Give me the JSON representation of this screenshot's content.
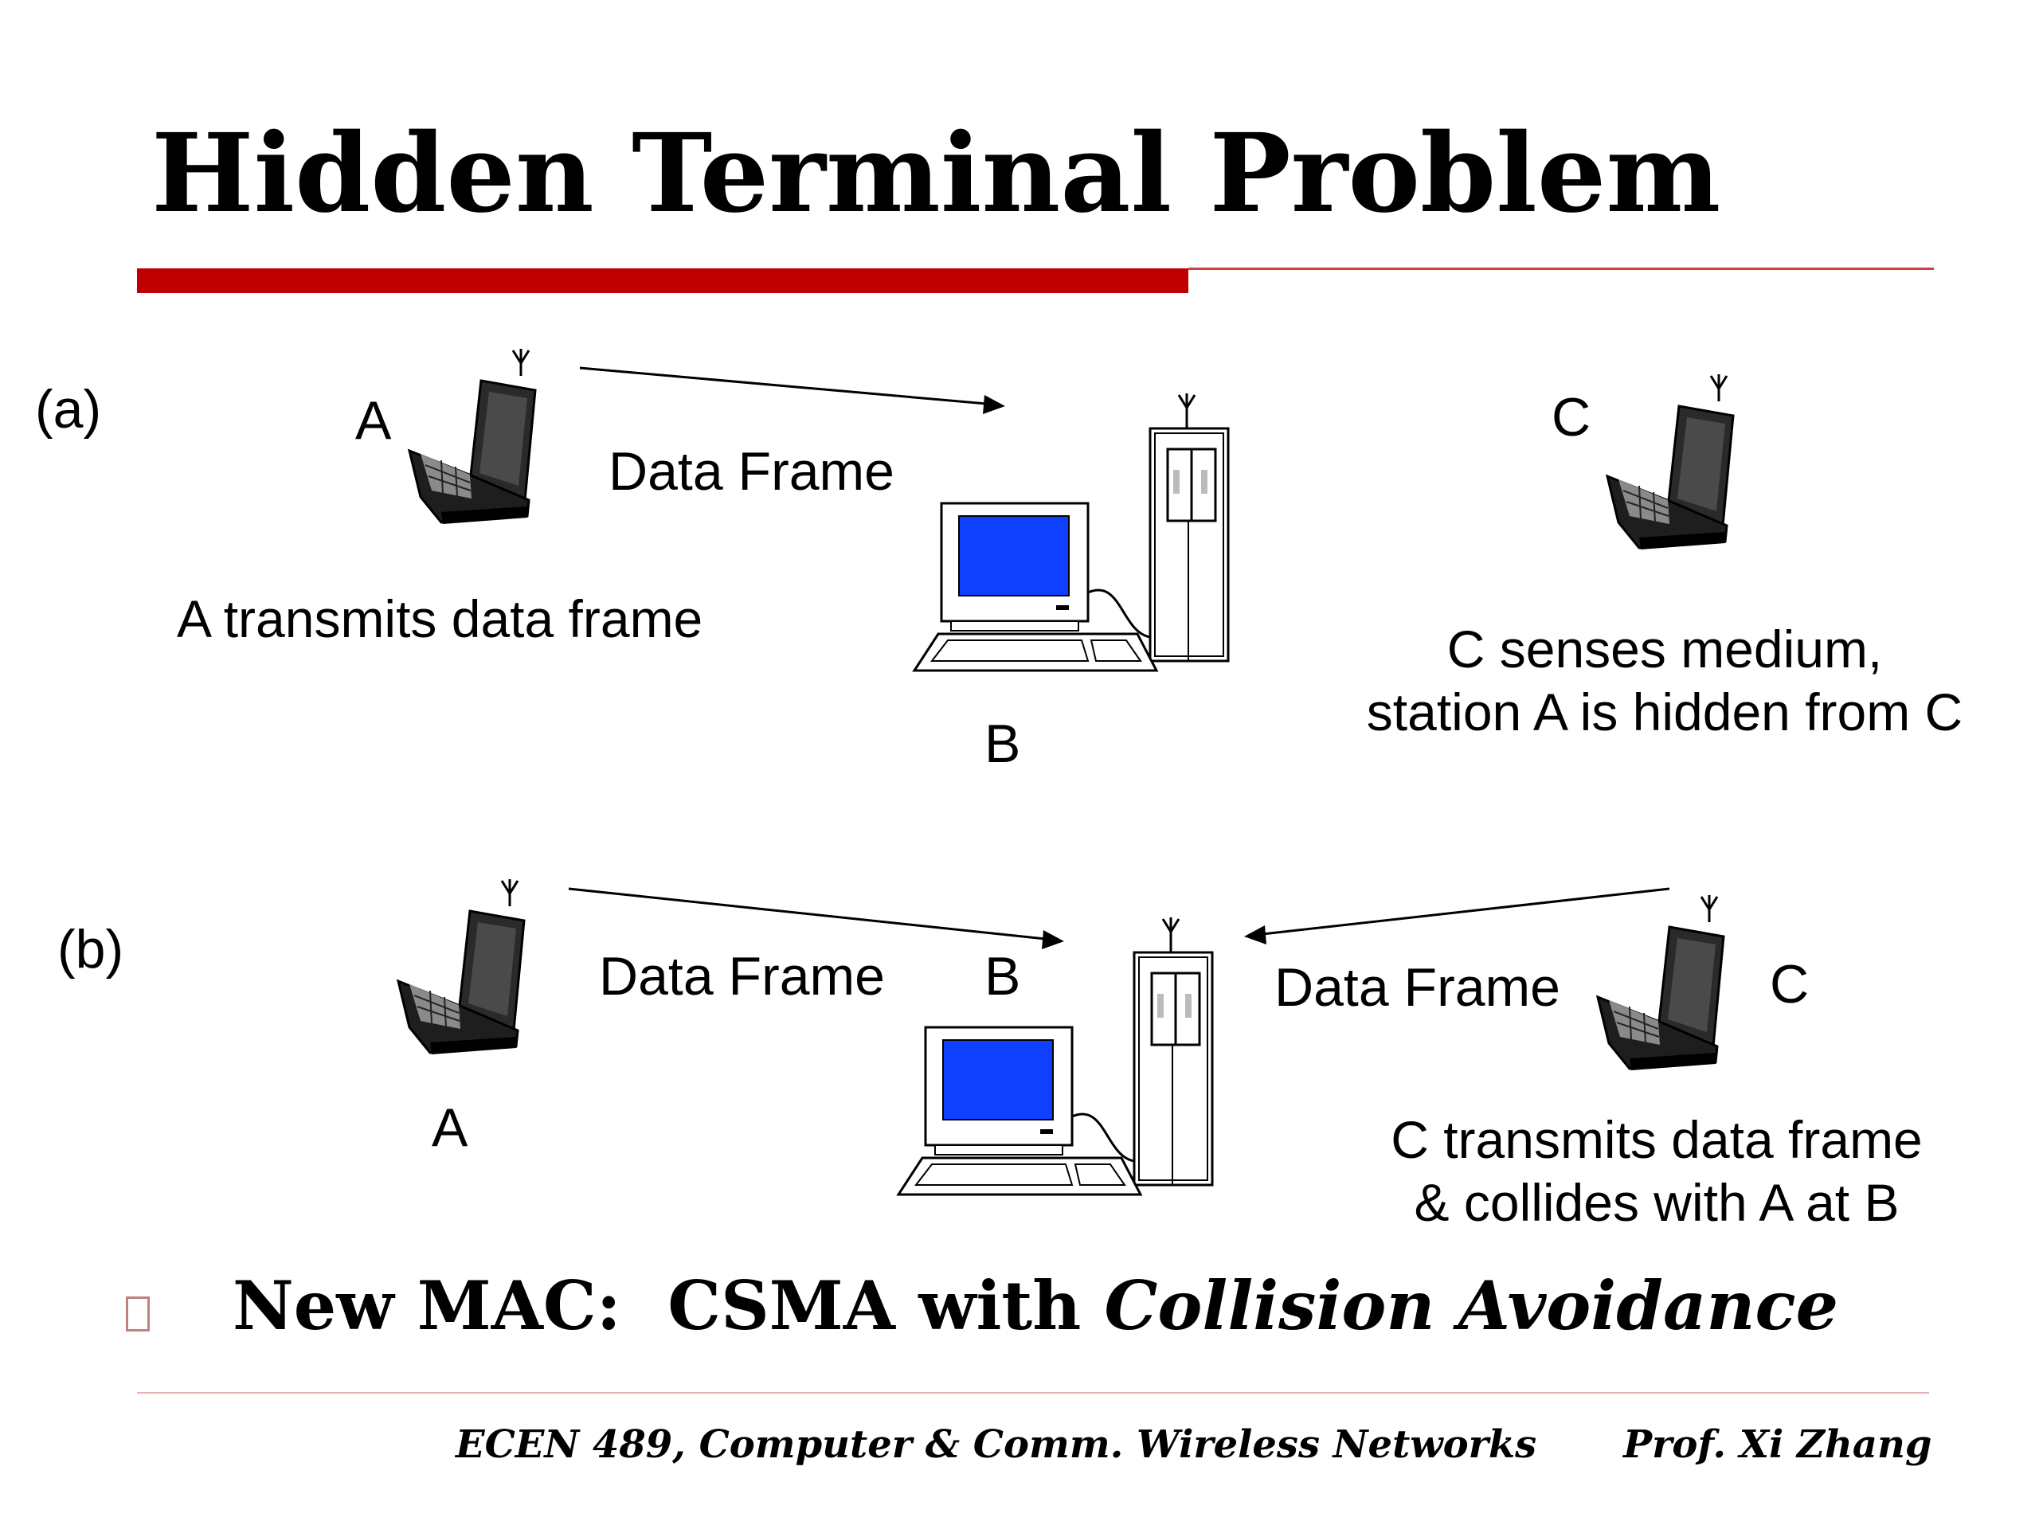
{
  "slide": {
    "title": "Hidden Terminal Problem"
  },
  "scenario_a": {
    "label": "(a)",
    "node_a": "A",
    "node_b": "B",
    "node_c": "C",
    "arrow_label": "Data Frame",
    "caption_a": "A transmits data frame",
    "caption_c_line1": "C senses medium,",
    "caption_c_line2": "station A is hidden from C"
  },
  "scenario_b": {
    "label": "(b)",
    "node_a": "A",
    "node_b": "B",
    "node_c": "C",
    "arrow_label_left": "Data Frame",
    "arrow_label_right": "Data Frame",
    "caption_c_line1": "C transmits data frame",
    "caption_c_line2": "& collides with A at B"
  },
  "bullet": {
    "text_plain": "New MAC:  CSMA with ",
    "text_italic": "Collision Avoidance"
  },
  "footer": {
    "course": "ECEN 489, Computer & Comm. Wireless Networks",
    "author": "Prof. Xi Zhang"
  },
  "colors": {
    "accent": "#c00000",
    "screen": "#1040ff"
  }
}
